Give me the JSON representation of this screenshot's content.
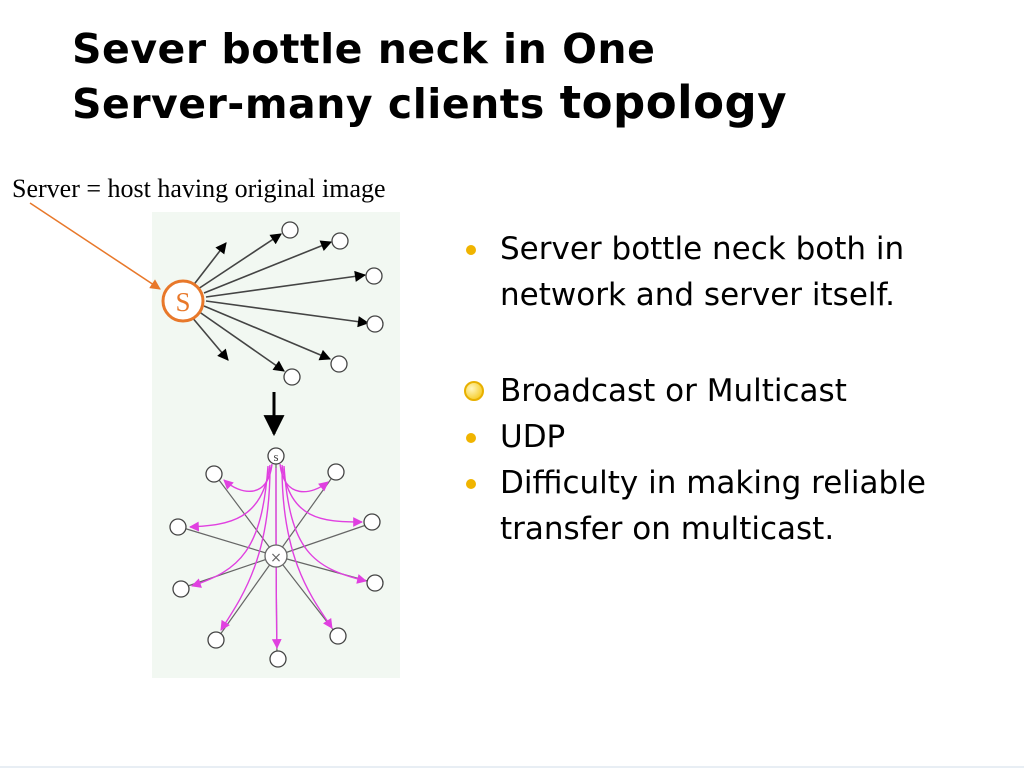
{
  "title": {
    "line1": "Sever bottle neck in One",
    "line2_a": "Server-many clients ",
    "line2_b": "topology"
  },
  "annotation": "Server = host having original image",
  "diagram": {
    "server_label": "S",
    "multicast_source_label": "s",
    "router_label": "×",
    "colors": {
      "server_highlight": "#e8782a",
      "multicast_paths": "#e040e0",
      "panel_background": "#f2f8f2",
      "edges": "#555555"
    }
  },
  "bullets": [
    {
      "style": "dot",
      "text": "Server bottle neck both in network and server itself."
    },
    {
      "style": "ring",
      "text": "Broadcast or Multicast"
    },
    {
      "style": "dot",
      "text": "UDP"
    },
    {
      "style": "dot",
      "text": "Difficulty in making reliable transfer on multicast."
    }
  ]
}
